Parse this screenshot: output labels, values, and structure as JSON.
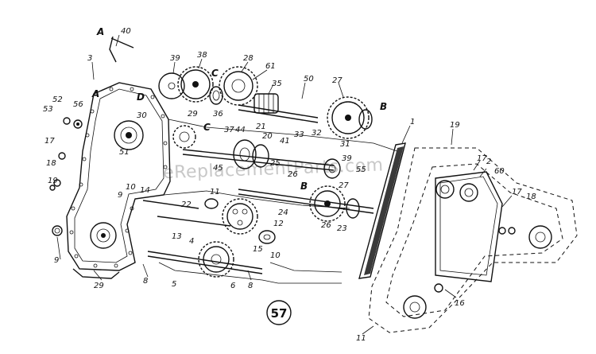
{
  "diagram": {
    "page_number": "57",
    "watermark": "eReplacementParts.com",
    "letters": {
      "a1": "A",
      "a2": "A",
      "b1": "B",
      "b2": "B",
      "c1": "C",
      "c2": "C",
      "d": "D"
    },
    "callouts": {
      "n40": "40",
      "n3": "3",
      "n39": "39",
      "n38": "38",
      "n28": "28",
      "n61": "61",
      "n35": "35",
      "n50": "50",
      "n27a": "27",
      "n52": "52",
      "n53": "53",
      "n56": "56",
      "n30": "30",
      "n51": "51",
      "n29a": "29",
      "n36": "36",
      "n37": "37",
      "n44": "44",
      "n21": "21",
      "n20": "20",
      "n41": "41",
      "n33": "33",
      "n32": "32",
      "n31": "31",
      "n25": "25",
      "n26a": "26",
      "n1": "1",
      "n19a": "19",
      "n17a": "17",
      "n18a": "18",
      "n17b": "17",
      "n19b": "19",
      "n39b": "39",
      "n55": "55",
      "n27b": "27",
      "n26b": "26",
      "n23": "23",
      "n2": "2",
      "n60": "60",
      "n17c": "17",
      "n18b": "18",
      "n9a": "9",
      "n10a": "10",
      "n14": "14",
      "n22": "22",
      "n24": "24",
      "n11a": "11",
      "n13": "13",
      "n4": "4",
      "n15": "15",
      "n12": "12",
      "n10b": "10",
      "n9b": "9",
      "n8a": "8",
      "n5": "5",
      "n8b": "8",
      "n29b": "29",
      "n16": "16",
      "n11b": "11",
      "n45": "45",
      "n6": "6"
    }
  }
}
